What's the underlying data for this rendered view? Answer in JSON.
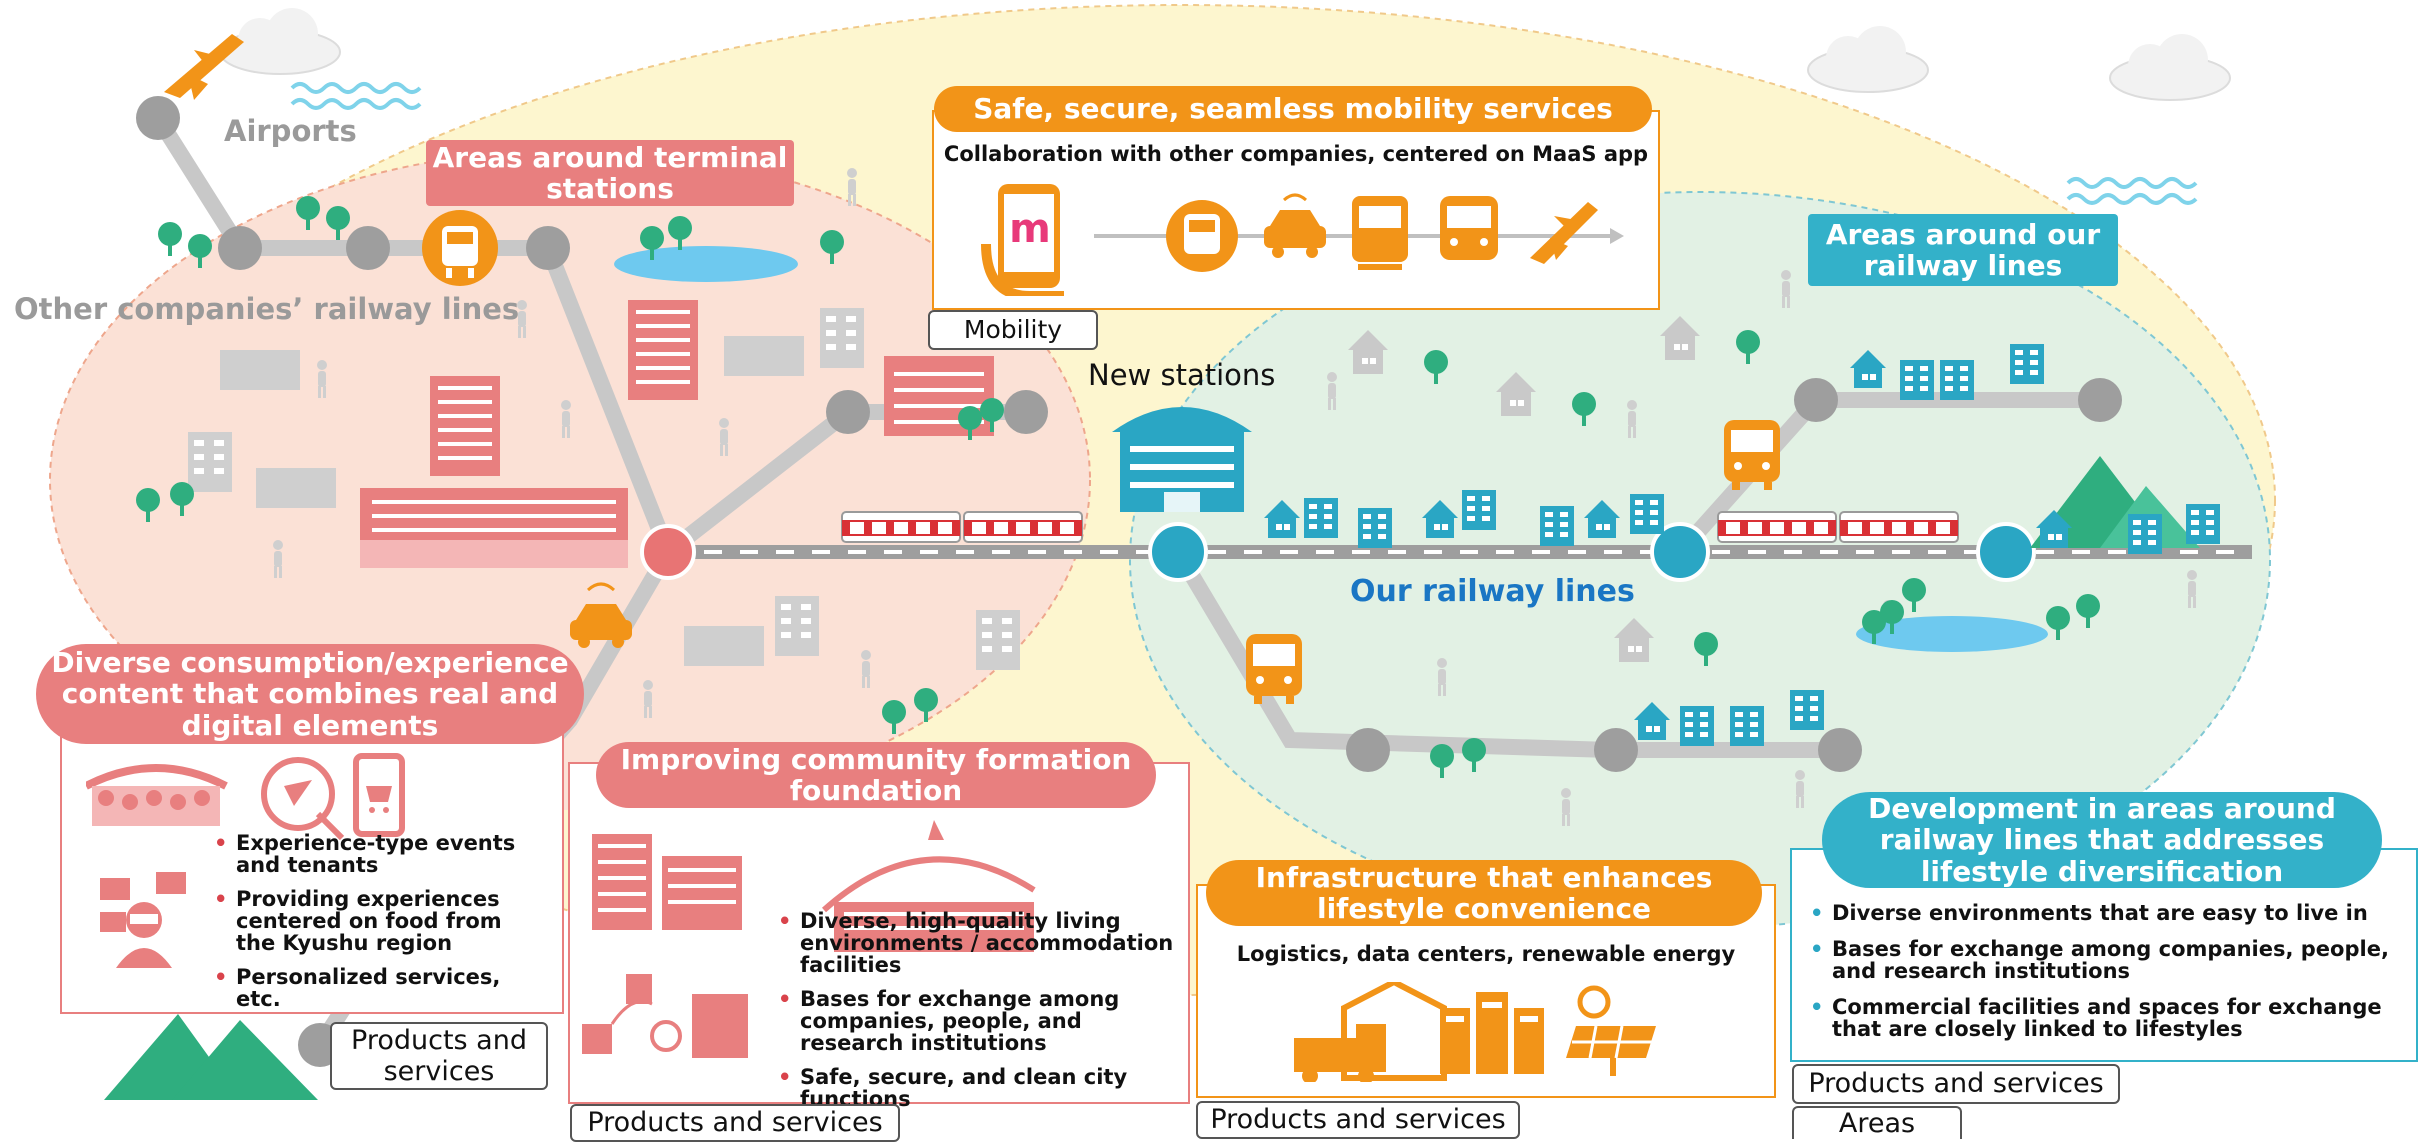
{
  "colors": {
    "salmon": "#e87f7f",
    "orange": "#f29418",
    "teal": "#33b1c9",
    "blue_text": "#1a76c4",
    "gray_text": "#9a9a9a"
  },
  "map": {
    "airports": "Airports",
    "other_lines": "Other companies’ railway lines",
    "new_stations": "New stations",
    "our_lines": "Our railway lines",
    "maas_app_label": "m"
  },
  "mobility": {
    "title": "Safe, secure, seamless mobility services",
    "subtitle": "Collaboration with other companies, centered on MaaS app",
    "tag": "Mobility"
  },
  "terminal": {
    "title": "Areas around terminal stations"
  },
  "our_areas": {
    "title": "Areas around our railway lines"
  },
  "consumption": {
    "title": "Diverse consumption/experience content that combines real and digital elements",
    "items": [
      "Experience-type events and tenants",
      "Providing experiences centered on food from the Kyushu region",
      "Personalized services, etc."
    ],
    "tag": "Products and services"
  },
  "community": {
    "title": "Improving community formation foundation",
    "items": [
      "Diverse, high-quality living environments / accommodation facilities",
      "Bases for exchange among companies, people, and research institutions",
      "Safe, secure, and clean city functions"
    ],
    "tag": "Products and services"
  },
  "infra": {
    "title": "Infrastructure that enhances lifestyle convenience",
    "subtitle": "Logistics, data centers, renewable energy",
    "tag": "Products and services"
  },
  "development": {
    "title": "Development in areas around railway lines that addresses lifestyle diversification",
    "items": [
      "Diverse environments that are easy to live in",
      "Bases for exchange among companies, people, and research institutions",
      "Commercial facilities and spaces for exchange that are closely linked to lifestyles"
    ],
    "tag1": "Products and services",
    "tag2": "Areas"
  }
}
